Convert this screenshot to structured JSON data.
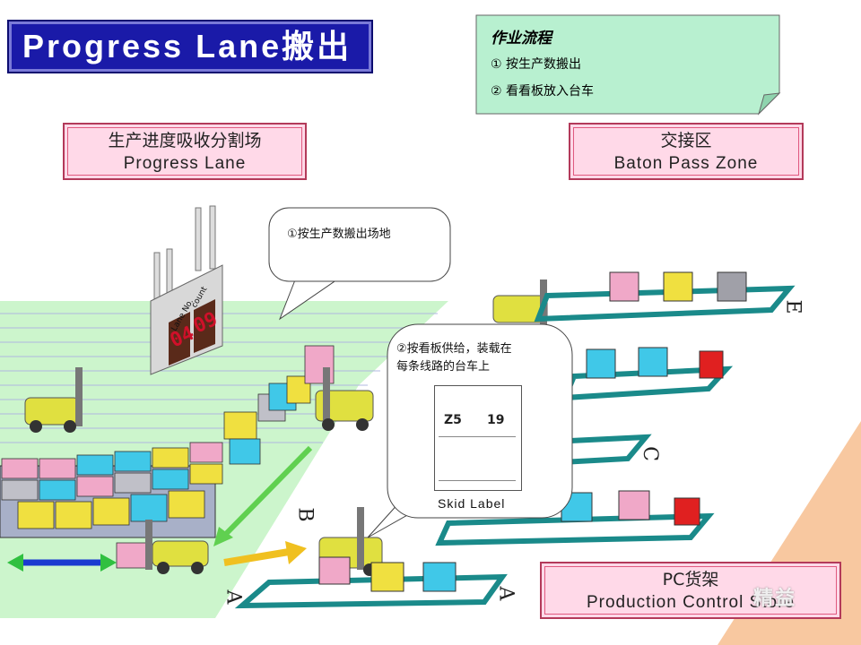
{
  "title": "Progress  Lane搬出",
  "workflow": {
    "heading": "作业流程",
    "steps": [
      "① 按生产数搬出",
      "② 看看板放入台车"
    ]
  },
  "zones": {
    "progress_lane": {
      "cn": "生产进度吸收分割场",
      "en": "Progress Lane"
    },
    "baton_pass": {
      "cn": "交接区",
      "en": "Baton Pass Zone"
    },
    "pc_store": {
      "cn": "PC货架",
      "en": "Production Control Store"
    }
  },
  "callouts": {
    "step1": "①按生产数搬出场地",
    "step2_line1": "②按看板供给，装载在",
    "step2_line2": "每条线路的台车上"
  },
  "lane_sign": {
    "lane_label": "Lane No.",
    "count_label": "count",
    "lane_number": "04",
    "count_number": "09"
  },
  "skid_label": {
    "caption": "Skid Label",
    "code": "Z5",
    "number": "19"
  },
  "route_letters": [
    "E",
    "C",
    "B",
    "A",
    "A"
  ],
  "watermark": "精益",
  "colors": {
    "title_bg": "#1a1aa8",
    "note_bg": "#b8f0d0",
    "zone_bg": "#ffd9e8",
    "floor": "#ccf5cc",
    "accent_peach": "#f8c8a0"
  }
}
